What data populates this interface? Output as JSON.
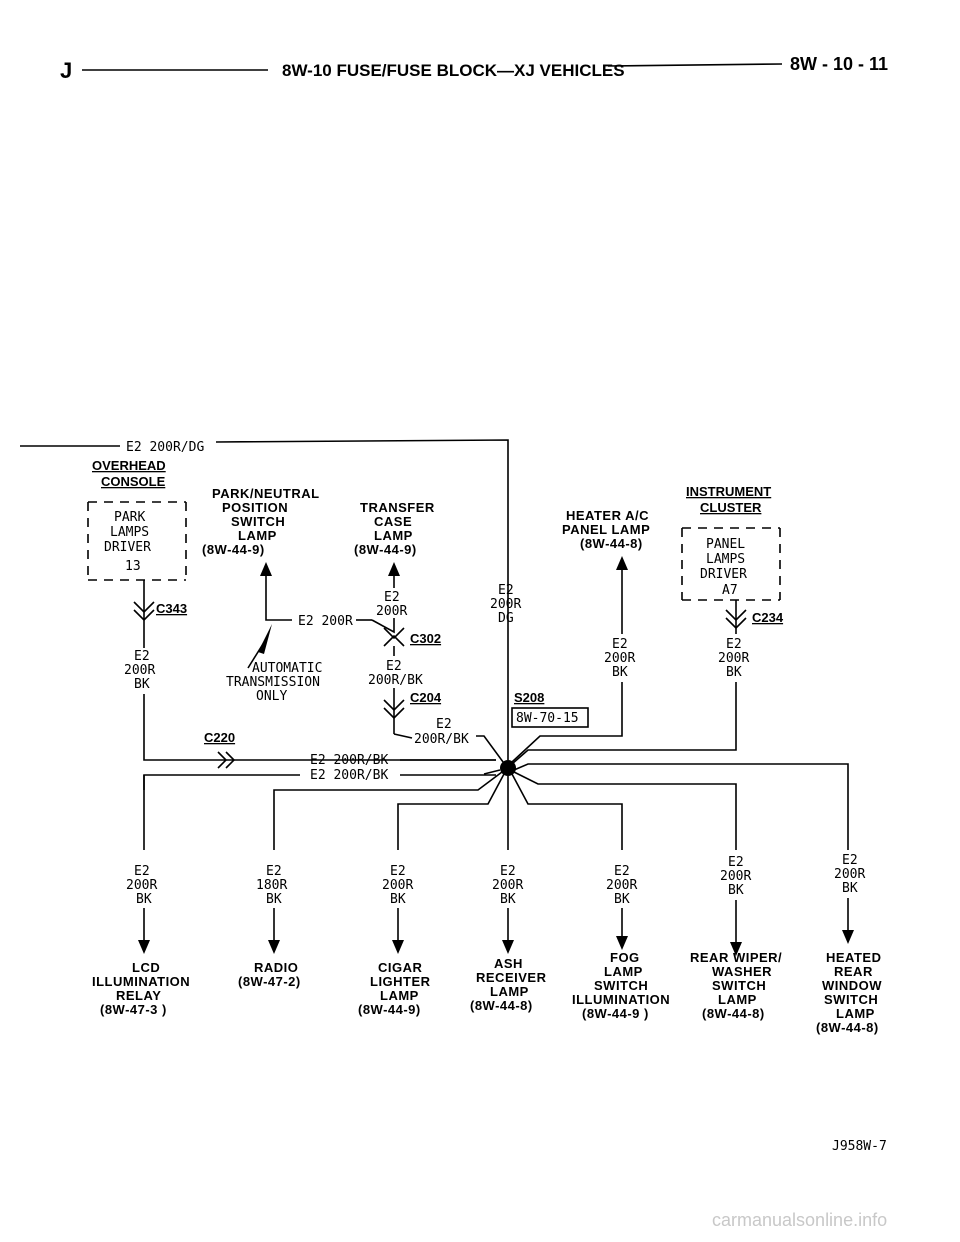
{
  "header": {
    "left": "J",
    "title": "8W-10 FUSE/FUSE BLOCK—XJ VEHICLES",
    "page": "8W - 10 - 11"
  },
  "top_wire": "E2 200R/DG",
  "overhead_console": {
    "title1": "OVERHEAD",
    "title2": "CONSOLE",
    "l1": "PARK",
    "l2": "LAMPS",
    "l3": "DRIVER",
    "pin": "13",
    "conn": "C343",
    "w1": "E2",
    "w2": "200R",
    "w3": "BK"
  },
  "park_neutral": {
    "l1": "PARK/NEUTRAL",
    "l2": "POSITION",
    "l3": "SWITCH",
    "l4": "LAMP",
    "l5": "(8W-44-9)",
    "wire": "E2 200R",
    "note1": "AUTOMATIC",
    "note2": "TRANSMISSION",
    "note3": "ONLY"
  },
  "transfer_case": {
    "l1": "TRANSFER",
    "l2": "CASE",
    "l3": "LAMP",
    "l4": "(8W-44-9)",
    "w1": "E2",
    "w2": "200R",
    "conn": "C302",
    "w3": "E2",
    "w4": "200R/BK",
    "conn2": "C204",
    "w5": "E2",
    "w6": "200R/BK"
  },
  "dg_drop": {
    "w1": "E2",
    "w2": "200R",
    "w3": "DG"
  },
  "splice": {
    "name": "S208",
    "ref": "8W-70-15"
  },
  "heater": {
    "l1": "HEATER A/C",
    "l2": "PANEL LAMP",
    "l3": "(8W-44-8)",
    "w1": "E2",
    "w2": "200R",
    "w3": "BK"
  },
  "instrument_cluster": {
    "title1": "INSTRUMENT",
    "title2": "CLUSTER",
    "l1": "PANEL",
    "l2": "LAMPS",
    "l3": "DRIVER",
    "pin": "A7",
    "conn": "C234",
    "w1": "E2",
    "w2": "200R",
    "w3": "BK"
  },
  "c220": {
    "name": "C220",
    "wire1": "E2 200R/BK",
    "wire2": "E2 200R/BK"
  },
  "outputs": [
    {
      "w1": "E2",
      "w2": "200R",
      "w3": "BK",
      "lines": [
        "LCD",
        "ILLUMINATION",
        "RELAY",
        "(8W-47-3 )"
      ]
    },
    {
      "w1": "E2",
      "w2": "180R",
      "w3": "BK",
      "lines": [
        "RADIO",
        "(8W-47-2)"
      ]
    },
    {
      "w1": "E2",
      "w2": "200R",
      "w3": "BK",
      "lines": [
        "CIGAR",
        "LIGHTER",
        "LAMP",
        "(8W-44-9)"
      ]
    },
    {
      "w1": "E2",
      "w2": "200R",
      "w3": "BK",
      "lines": [
        "ASH",
        "RECEIVER",
        "LAMP",
        "(8W-44-8)"
      ]
    },
    {
      "w1": "E2",
      "w2": "200R",
      "w3": "BK",
      "lines": [
        "FOG",
        "LAMP",
        "SWITCH",
        "ILLUMINATION",
        "(8W-44-9 )"
      ]
    },
    {
      "w1": "E2",
      "w2": "200R",
      "w3": "BK",
      "lines": [
        "REAR WIPER/",
        "WASHER",
        "SWITCH",
        "LAMP",
        "(8W-44-8)"
      ]
    },
    {
      "w1": "E2",
      "w2": "200R",
      "w3": "BK",
      "lines": [
        "HEATED",
        "REAR",
        "WINDOW",
        "SWITCH",
        "LAMP",
        "(8W-44-8)"
      ]
    }
  ],
  "footer": {
    "code": "J958W-7",
    "watermark": "carmanualsonline.info"
  }
}
